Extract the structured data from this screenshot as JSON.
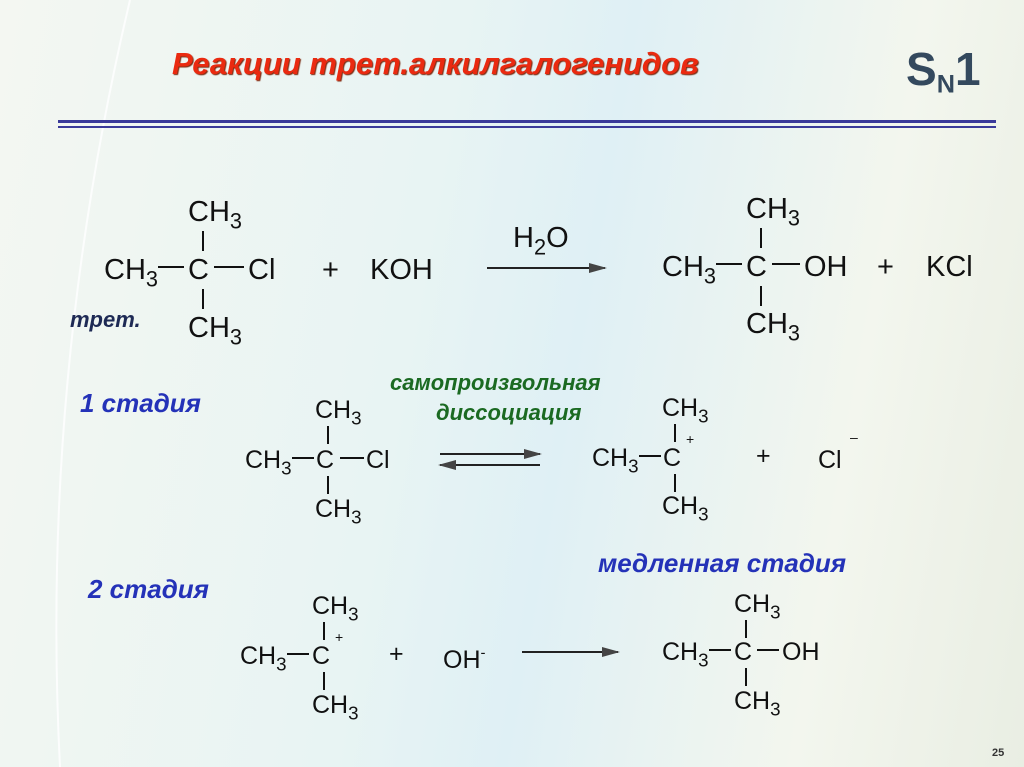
{
  "title": "Реакции трет.алкилгалогенидов",
  "mechanism": {
    "s": "S",
    "n": "N",
    "one": "1"
  },
  "reaction": {
    "r_top": {
      "m": "CH",
      "s": "3"
    },
    "r_left": {
      "m": "CH",
      "s": "3"
    },
    "r_c": "C",
    "r_right": "Cl",
    "r_bottom": {
      "m": "CH",
      "s": "3"
    },
    "plus1": "+",
    "reagent": "KOH",
    "cond": {
      "m": "H",
      "s": "2",
      "e": "O"
    },
    "p_top": {
      "m": "CH",
      "s": "3"
    },
    "p_left": {
      "m": "CH",
      "s": "3"
    },
    "p_c": "C",
    "p_right": "OH",
    "p_bottom": {
      "m": "CH",
      "s": "3"
    },
    "plus2": "+",
    "byproduct": "KCl",
    "tret": "трет."
  },
  "stage1": {
    "label": "1 стадия",
    "note1": "самопроизвольная",
    "note2": "диссоциация",
    "top": {
      "m": "CH",
      "s": "3"
    },
    "left": {
      "m": "CH",
      "s": "3"
    },
    "c": "C",
    "right": "Cl",
    "bottom": {
      "m": "CH",
      "s": "3"
    },
    "c_top": {
      "m": "CH",
      "s": "3"
    },
    "c_left": {
      "m": "CH",
      "s": "3"
    },
    "c_c": "C",
    "c_charge": "+",
    "c_bottom": {
      "m": "CH",
      "s": "3"
    },
    "plus": "+",
    "anion": "Cl",
    "anion_charge": "–"
  },
  "stage2": {
    "label": "2 стадия",
    "note": "медленная стадия",
    "top": {
      "m": "CH",
      "s": "3"
    },
    "left": {
      "m": "CH",
      "s": "3"
    },
    "c": "C",
    "charge": "+",
    "bottom": {
      "m": "CH",
      "s": "3"
    },
    "plus": "+",
    "nuc": "OH",
    "nuc_charge": "-",
    "p_top": {
      "m": "CH",
      "s": "3"
    },
    "p_left": {
      "m": "CH",
      "s": "3"
    },
    "p_c": "C",
    "p_right": "OH",
    "p_bottom": {
      "m": "CH",
      "s": "3"
    }
  },
  "page_number": "25"
}
